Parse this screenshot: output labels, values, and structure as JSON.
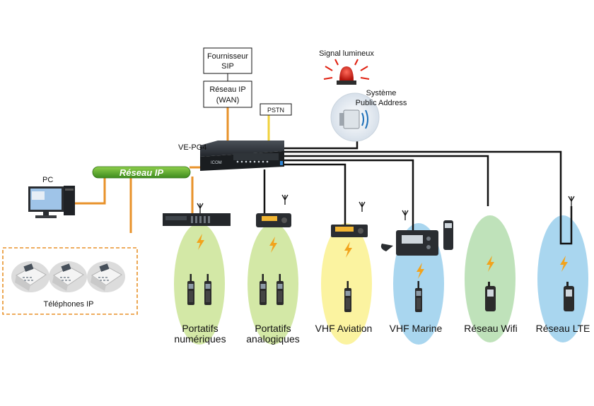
{
  "sip": {
    "line1": "Fournisseur",
    "line2": "SIP"
  },
  "wan": {
    "line1": "Réseau IP",
    "line2": "(WAN)"
  },
  "pstn": "PSTN",
  "signal": "Signal lumineux",
  "pa": {
    "line1": "Système",
    "line2": "Public Address"
  },
  "gateway": "VE-PG4",
  "gateway_brand": "ICOM",
  "ip_network": "Réseau IP",
  "pc": "PC",
  "ip_phones": "Téléphones IP",
  "groups": {
    "digital": {
      "line1": "Portatifs",
      "line2": "numériques"
    },
    "analog": {
      "line1": "Portatifs",
      "line2": "analogiques"
    },
    "vhf_air": "VHF Aviation",
    "vhf_marine": "VHF Marine",
    "wifi": "Réseau Wifi",
    "lte": "Réseau LTE"
  },
  "colors": {
    "ip_link": "#e8922a",
    "pstn_link": "#f0d23c",
    "radio_link": "#111111",
    "green_ellipse": "#d3e8a6",
    "yellow_ellipse": "#fbf3a0",
    "blue_ellipse": "#a9d6ef",
    "green2_ellipse": "#bfe2ba",
    "lightning": "#f2a31c"
  }
}
